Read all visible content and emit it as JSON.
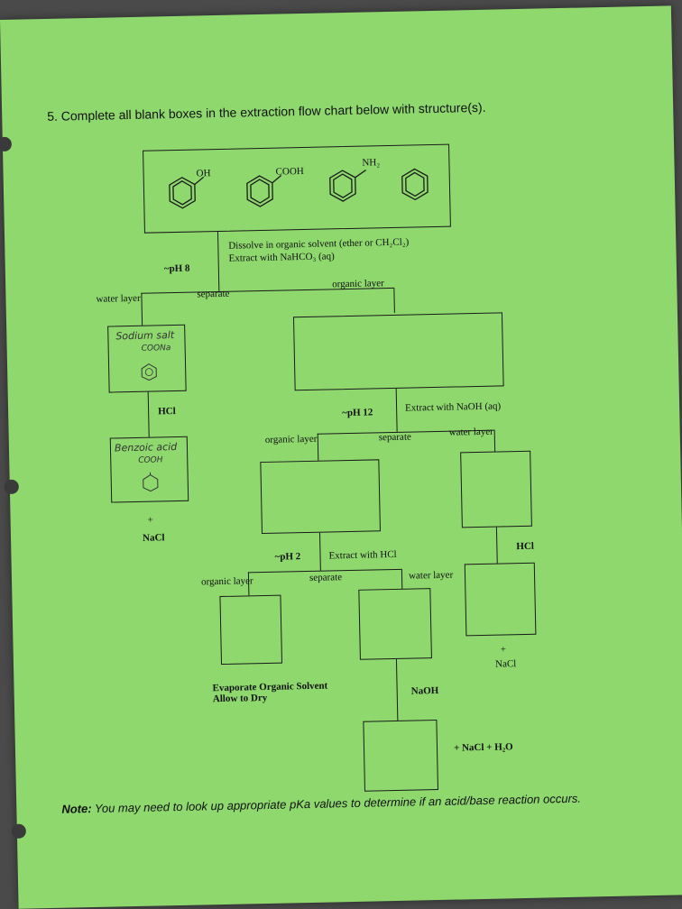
{
  "question": "5. Complete all blank boxes in the extraction flow chart below with structure(s).",
  "start_compounds": {
    "phenol_label": "OH",
    "acid_label": "COOH",
    "amine_label": "NH₂"
  },
  "step1": {
    "ph": "~pH 8",
    "instruction_line1": "Dissolve in organic solvent (ether or CH₂Cl₂)",
    "instruction_line2": "Extract with NaHCO₃ (aq)",
    "left_label": "water layer",
    "center_label": "separate",
    "right_label": "organic layer"
  },
  "handwritten": {
    "salt_line1": "Sodium salt",
    "salt_line2": "COONa",
    "acid_line1": "Benzoic acid",
    "acid_line2": "COOH"
  },
  "acid_branch": {
    "reagent": "HCl",
    "plus": "+",
    "byproduct": "NaCl"
  },
  "step2": {
    "ph": "~pH 12",
    "instruction": "Extract with NaOH (aq)",
    "left_label": "organic layer",
    "center_label": "separate",
    "right_label": "water layer"
  },
  "phenol_branch": {
    "reagent": "HCl",
    "plus": "+",
    "byproduct": "NaCl"
  },
  "step3": {
    "ph": "~pH 2",
    "instruction": "Extract with HCl",
    "left_label": "organic layer",
    "center_label": "separate",
    "right_label": "water layer"
  },
  "evaporate": {
    "line1": "Evaporate Organic Solvent",
    "line2": "Allow to Dry"
  },
  "amine_branch": {
    "reagent": "NaOH",
    "products": "+ NaCl + H₂O"
  },
  "note": {
    "label": "Note:",
    "text": "You may need to look up appropriate pKa values to determine if an acid/base reaction occurs."
  }
}
